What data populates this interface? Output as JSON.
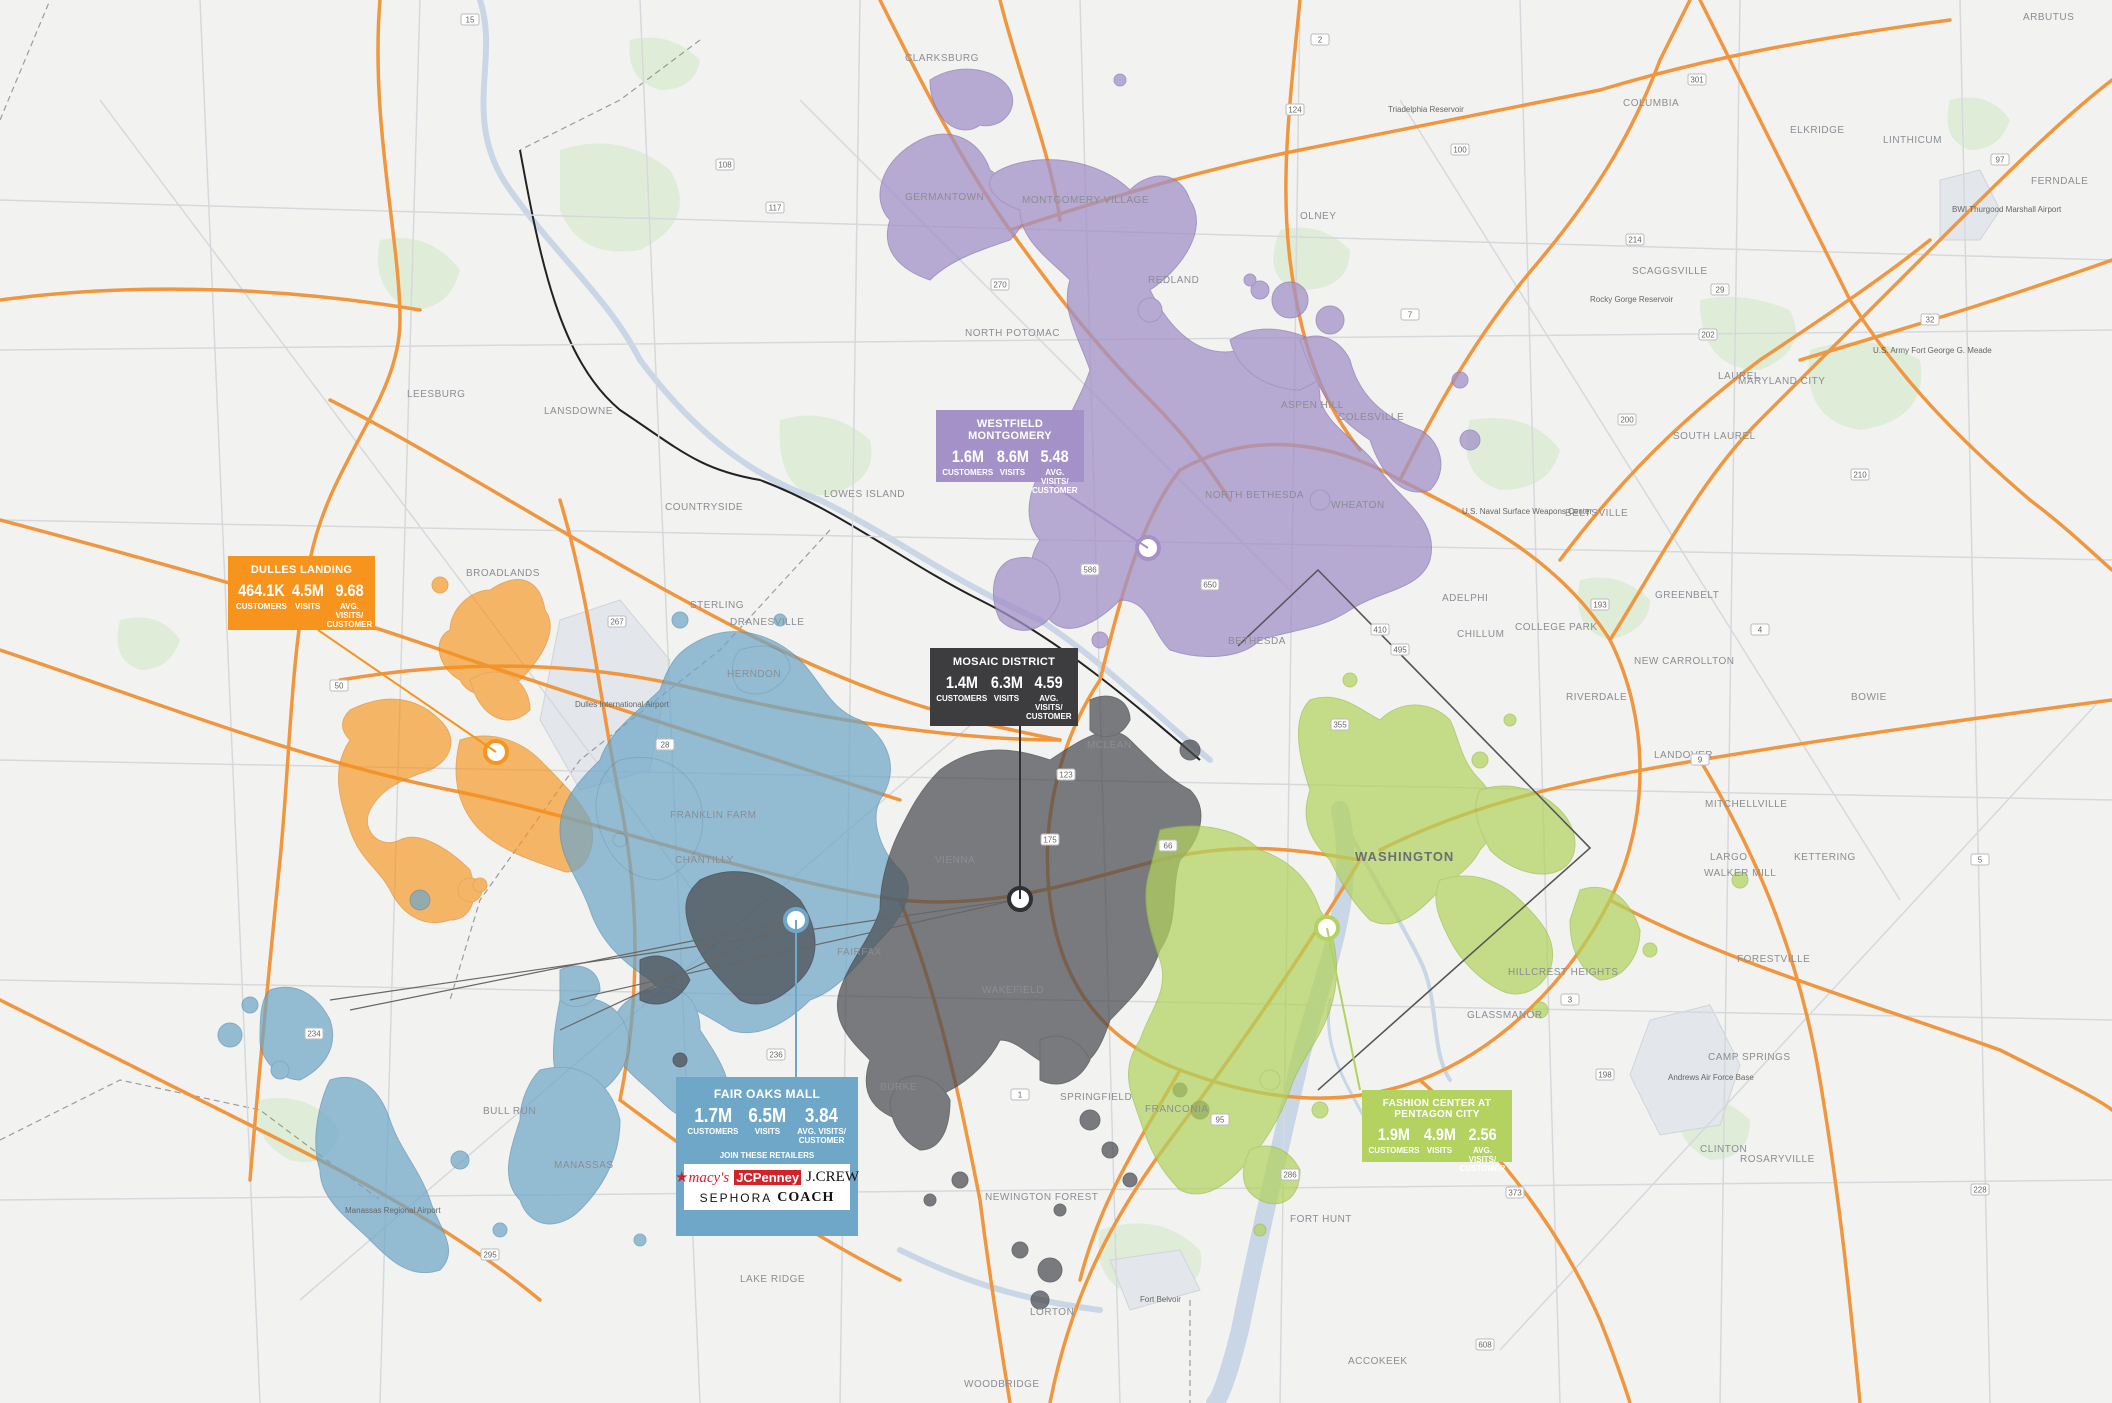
{
  "map": {
    "places": [
      "CLARKSBURG",
      "GERMANTOWN",
      "MONTGOMERY VILLAGE",
      "REDLAND",
      "OLNEY",
      "COLUMBIA",
      "ELKRIDGE",
      "LINTHICUM",
      "FERNDALE",
      "ARBUTUS",
      "SCAGGSVILLE",
      "NORTH POTOMAC",
      "ASPEN HILL",
      "COLESVILLE",
      "LAUREL",
      "MARYLAND CITY",
      "SOUTH LAUREL",
      "LEESBURG",
      "LANSDOWNE",
      "COUNTRYSIDE",
      "LOWES ISLAND",
      "NORTH BETHESDA",
      "WHEATON",
      "BELTSVILLE",
      "BROADLANDS",
      "STERLING",
      "DRANESVILLE",
      "BETHESDA",
      "ADELPHI",
      "COLLEGE PARK",
      "GREENBELT",
      "CHILLUM",
      "HERNDON",
      "MCLEAN",
      "NEW CARROLLTON",
      "RIVERDALE",
      "BOWIE",
      "WASHINGTON",
      "LANDOVER",
      "FRANKLIN FARM",
      "CHANTILLY",
      "VIENNA",
      "MITCHELLVILLE",
      "LARGO",
      "KETTERING",
      "WALKER MILL",
      "FAIRFAX",
      "WAKEFIELD",
      "FORESTVILLE",
      "HILLCREST HEIGHTS",
      "BURKE",
      "SPRINGFIELD",
      "FRANCONIA",
      "CLINTON",
      "CAMP SPRINGS",
      "ROSARYVILLE",
      "BULL RUN",
      "MANASSAS",
      "NEWINGTON FOREST",
      "FORT HUNT",
      "LORTON",
      "ACCOKEEK",
      "WOODBRIDGE",
      "LAKE RIDGE",
      "GLASSMANOR"
    ],
    "small_labels": [
      "Dulles International Airport",
      "U.S. Army Fort George G. Meade",
      "Andrews Air Force Base",
      "Fort Belvoir",
      "BWI Thurgood Marshall Airport",
      "Triadelphia Reservoir",
      "Rocky Gorge Reservoir",
      "U.S. Naval Surface Weapons Center",
      "Manassas Regional Airport"
    ],
    "road_labels": [
      "1",
      "15",
      "28",
      "50",
      "66",
      "95",
      "97",
      "108",
      "117",
      "123",
      "193",
      "200",
      "202",
      "210",
      "234",
      "236",
      "267",
      "270",
      "286",
      "295",
      "301",
      "355",
      "373",
      "410",
      "495",
      "586",
      "608",
      "650",
      "2",
      "3",
      "4",
      "5",
      "7",
      "9",
      "29",
      "32",
      "100",
      "124",
      "175",
      "198",
      "214",
      "228"
    ]
  },
  "callouts": {
    "dulles": {
      "title": "DULLES LANDING",
      "customers": "464.1K",
      "visits": "4.5M",
      "avg": "9.68",
      "lbl_customers": "CUSTOMERS",
      "lbl_visits": "VISITS",
      "lbl_avg": "AVG. VISITS/ CUSTOMER",
      "color": "#f7941d"
    },
    "westfield": {
      "title": "WESTFIELD MONTGOMERY",
      "customers": "1.6M",
      "visits": "8.6M",
      "avg": "5.48",
      "lbl_customers": "CUSTOMERS",
      "lbl_visits": "VISITS",
      "lbl_avg": "AVG. VISITS/ CUSTOMER",
      "color": "#a391c8"
    },
    "mosaic": {
      "title": "MOSAIC DISTRICT",
      "customers": "1.4M",
      "visits": "6.3M",
      "avg": "4.59",
      "lbl_customers": "CUSTOMERS",
      "lbl_visits": "VISITS",
      "lbl_avg": "AVG. VISITS/ CUSTOMER",
      "color": "#3d3d3f"
    },
    "fairoaks": {
      "title": "FAIR OAKS MALL",
      "customers": "1.7M",
      "visits": "6.5M",
      "avg": "3.84",
      "lbl_customers": "CUSTOMERS",
      "lbl_visits": "VISITS",
      "lbl_avg": "AVG. VISITS/ CUSTOMER",
      "retail_title": "JOIN THESE RETAILERS",
      "retailers": [
        "macy's",
        "JCPenney",
        "J.CREW",
        "SEPHORA",
        "COACH"
      ],
      "color": "#6fa7c9"
    },
    "pentagon": {
      "title": "FASHION CENTER AT PENTAGON CITY",
      "customers": "1.9M",
      "visits": "4.9M",
      "avg": "2.56",
      "lbl_customers": "CUSTOMERS",
      "lbl_visits": "VISITS",
      "lbl_avg": "AVG. VISITS/ CUSTOMER",
      "color": "#b3d25f"
    }
  }
}
